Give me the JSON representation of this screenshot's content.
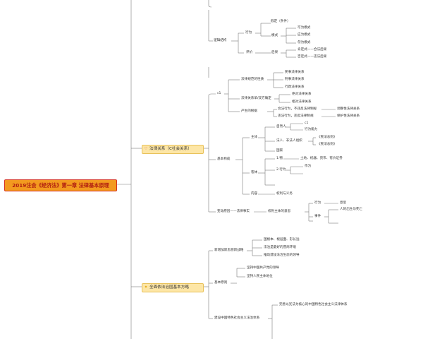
{
  "root": {
    "label": "2019注会《经济法》第一章 法律基本原理"
  },
  "branch1": {
    "label": "法律关系（C社会关系）",
    "icon": "heart-icon"
  },
  "branch2": {
    "label": "全面依法治国基本方略",
    "icon": "sparkle-icon"
  },
  "nodes": {
    "luoji": "逻辑结构",
    "jiading": "假定（条件）",
    "xingwei": "行为",
    "moshi": "模式",
    "keweimoshi": "可为模式",
    "yingweimoshi": "应为模式",
    "wuweimoshi": "勿为模式",
    "pingjia": "评价",
    "houguo": "后果",
    "kendingshi": "肯定式——合法后果",
    "foudingshi": "否定式——违法后果",
    "c1": "c1",
    "xingzhi": "法律规范的性质",
    "minshi": "民事法律关系",
    "xingshi": "刑事法律关系",
    "xingzheng": "行政法律关系",
    "dangshiren": "法律关系单/双方确定",
    "juedui": "绝对法律关系",
    "xiangdui": "相对法律关系",
    "chansheng": "产生的根据",
    "hefa": "合法行为，不违反法律制规",
    "tiaozheng": "调整性法律关系",
    "weifa": "违法行为，违反法律制规",
    "baohu": "保护性法律关系",
    "jibengoucheng": "基本构成",
    "zhuti": "主体",
    "ziranren": "自然人",
    "c1b": "c1",
    "xingweinengli": "行为能力",
    "faren": "法人、非法人组织",
    "minfazongze": "《民法总则》",
    "minfazongze2": "《民法总则》",
    "guojia": "国家",
    "keti": "客体",
    "wu": "1.物",
    "tudi": "土地、机器、货币、有价证券",
    "xingweikt": "2.行为",
    "zuowei": "作为",
    "neirong": "内容",
    "quanli": "权利与义务",
    "biandong": "变动原因——法律事实",
    "yizhi": "权利主体的意思",
    "xingweisj": "行为",
    "yiyuan": "意思",
    "shijian": "事件",
    "ren": "人的出生与死亡",
    "xinshidai": "新增加新思想新战略",
    "genben": "国根本、根层面、形长远",
    "fazhi": "法治是最好的营商环境",
    "jianshe": "推动建设法治生态的领导",
    "jibenyuanze": "基本原则",
    "jianchi": "坚持中国共产党的领导",
    "renmin": "坚持人民主体地位",
    "tixi": "建设中国特色社会主义法治体系",
    "xianfa": "完善以宪法为核心的中国特色社会主义法律体系"
  }
}
